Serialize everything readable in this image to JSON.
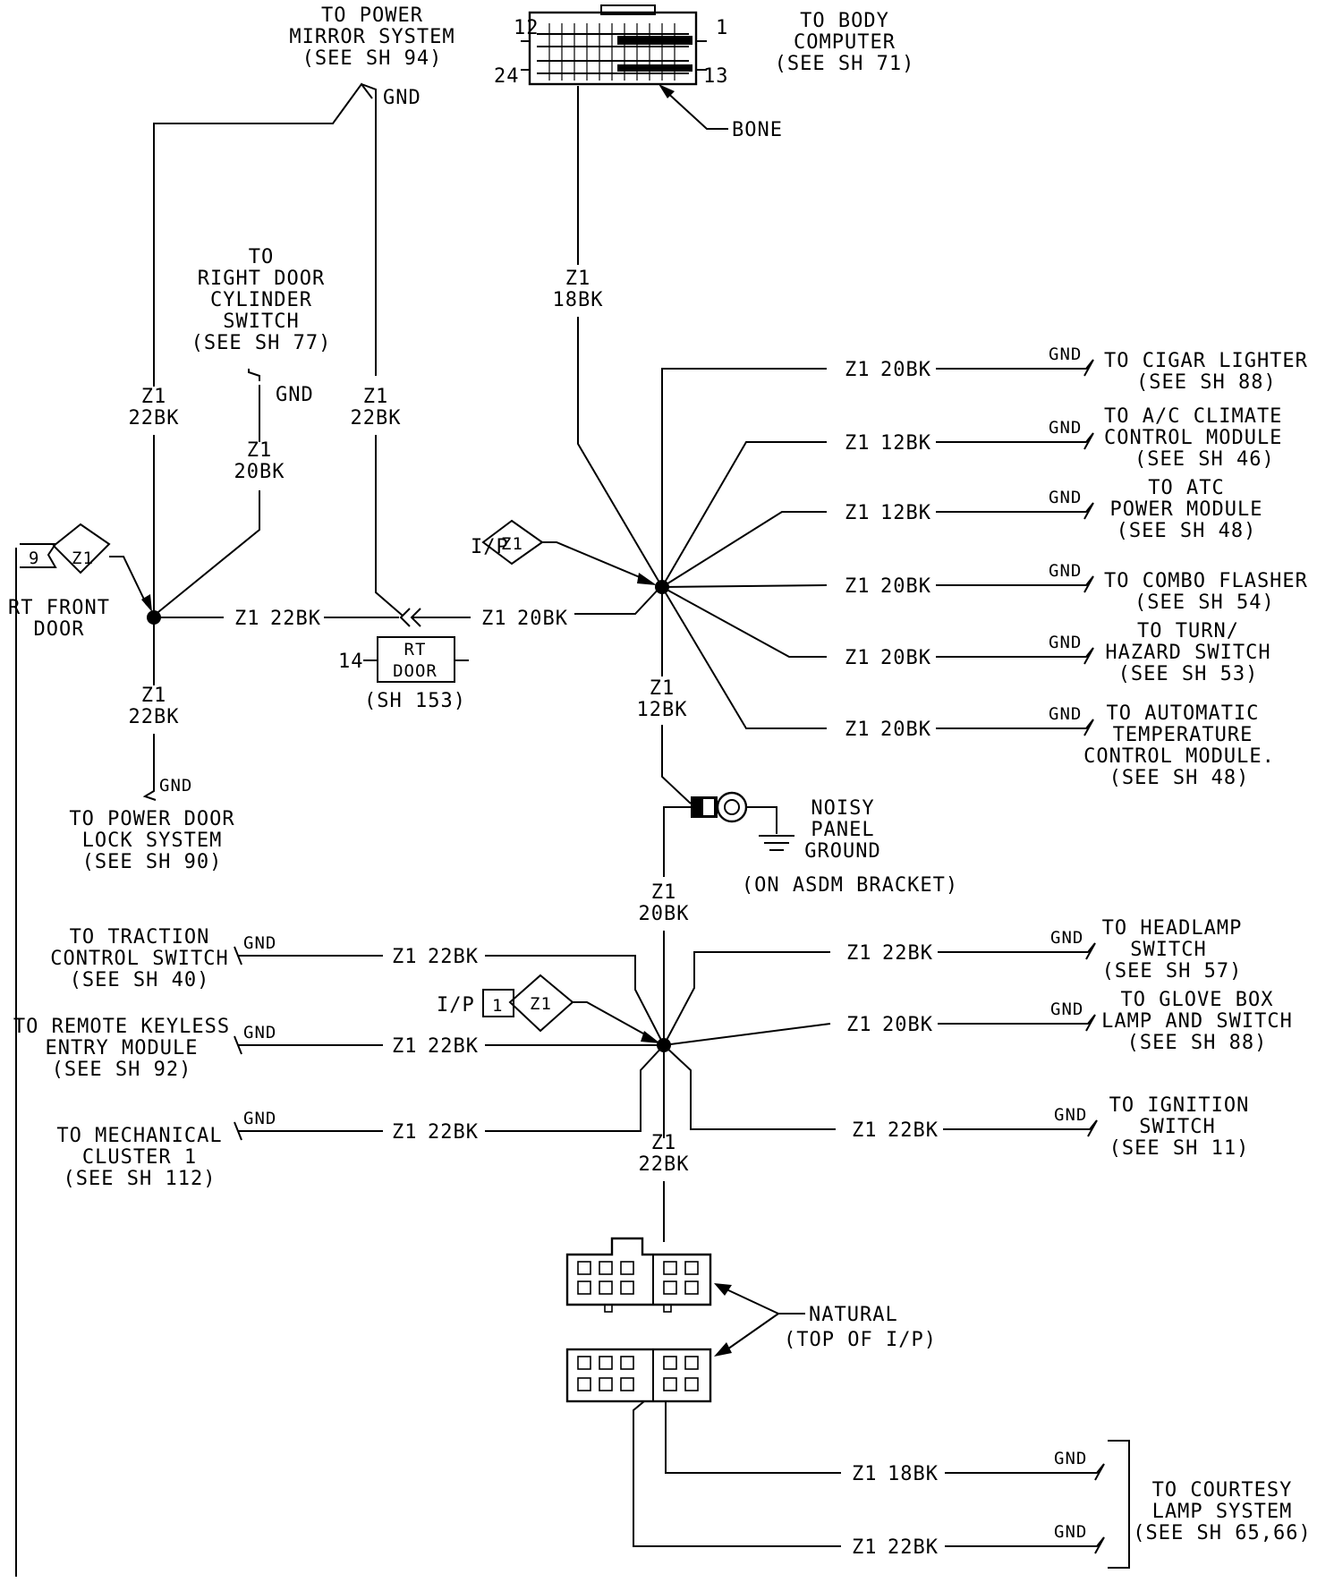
{
  "labels": {
    "mirror": [
      "TO POWER",
      "MIRROR SYSTEM",
      "(SEE SH 94)"
    ],
    "body_computer": [
      "TO BODY",
      "COMPUTER",
      "(SEE SH 71)"
    ],
    "pin_12": "12",
    "pin_1": "1",
    "pin_24": "24",
    "pin_13": "13",
    "bone": "BONE",
    "right_door_cyl": [
      "TO",
      "RIGHT DOOR",
      "CYLINDER",
      "SWITCH",
      "(SEE SH 77)"
    ],
    "gnd": "GND",
    "z1": "Z1",
    "w_22bk": "22BK",
    "w_20bk": "20BK",
    "w_18bk": "18BK",
    "w_12bk": "12BK",
    "rt_front_door": [
      "RT FRONT",
      "DOOR"
    ],
    "splice_9": "9",
    "ip": "I/P",
    "splice_1": "1",
    "rt_door_box": [
      "RT",
      "DOOR"
    ],
    "rt_door_pin": "14",
    "rt_door_sheet": "(SH 153)",
    "power_door_lock": [
      "TO POWER DOOR",
      "LOCK SYSTEM",
      "(SEE SH 90)"
    ],
    "noisy_ground": [
      "NOISY",
      "PANEL",
      "GROUND"
    ],
    "asdm": "(ON ASDM BRACKET)",
    "cigar": [
      "TO CIGAR LIGHTER",
      "(SEE SH 88)"
    ],
    "ac_climate": [
      "TO A/C CLIMATE",
      "CONTROL MODULE",
      "(SEE SH 46)"
    ],
    "atc_power": [
      "TO ATC",
      "POWER MODULE",
      "(SEE SH 48)"
    ],
    "combo_flasher": [
      "TO COMBO FLASHER",
      "(SEE SH 54)"
    ],
    "turn_hazard": [
      "TO TURN/",
      "HAZARD SWITCH",
      "(SEE SH 53)"
    ],
    "auto_temp": [
      "TO AUTOMATIC",
      "TEMPERATURE",
      "CONTROL MODULE.",
      "(SEE SH 48)"
    ],
    "traction": [
      "TO TRACTION",
      "CONTROL SWITCH",
      "(SEE SH 40)"
    ],
    "remote_keyless": [
      "TO REMOTE KEYLESS",
      "ENTRY MODULE",
      "(SEE SH 92)"
    ],
    "mech_cluster": [
      "TO MECHANICAL",
      "CLUSTER 1",
      "(SEE SH 112)"
    ],
    "headlamp": [
      "TO HEADLAMP",
      "SWITCH",
      "(SEE SH 57)"
    ],
    "glove_box": [
      "TO GLOVE BOX",
      "LAMP AND SWITCH",
      "(SEE SH 88)"
    ],
    "ignition": [
      "TO IGNITION",
      "SWITCH",
      "(SEE SH 11)"
    ],
    "natural": [
      "NATURAL",
      "(TOP OF I/P)"
    ],
    "courtesy": [
      "TO COURTESY",
      "LAMP SYSTEM",
      "(SEE SH 65,66)"
    ]
  }
}
